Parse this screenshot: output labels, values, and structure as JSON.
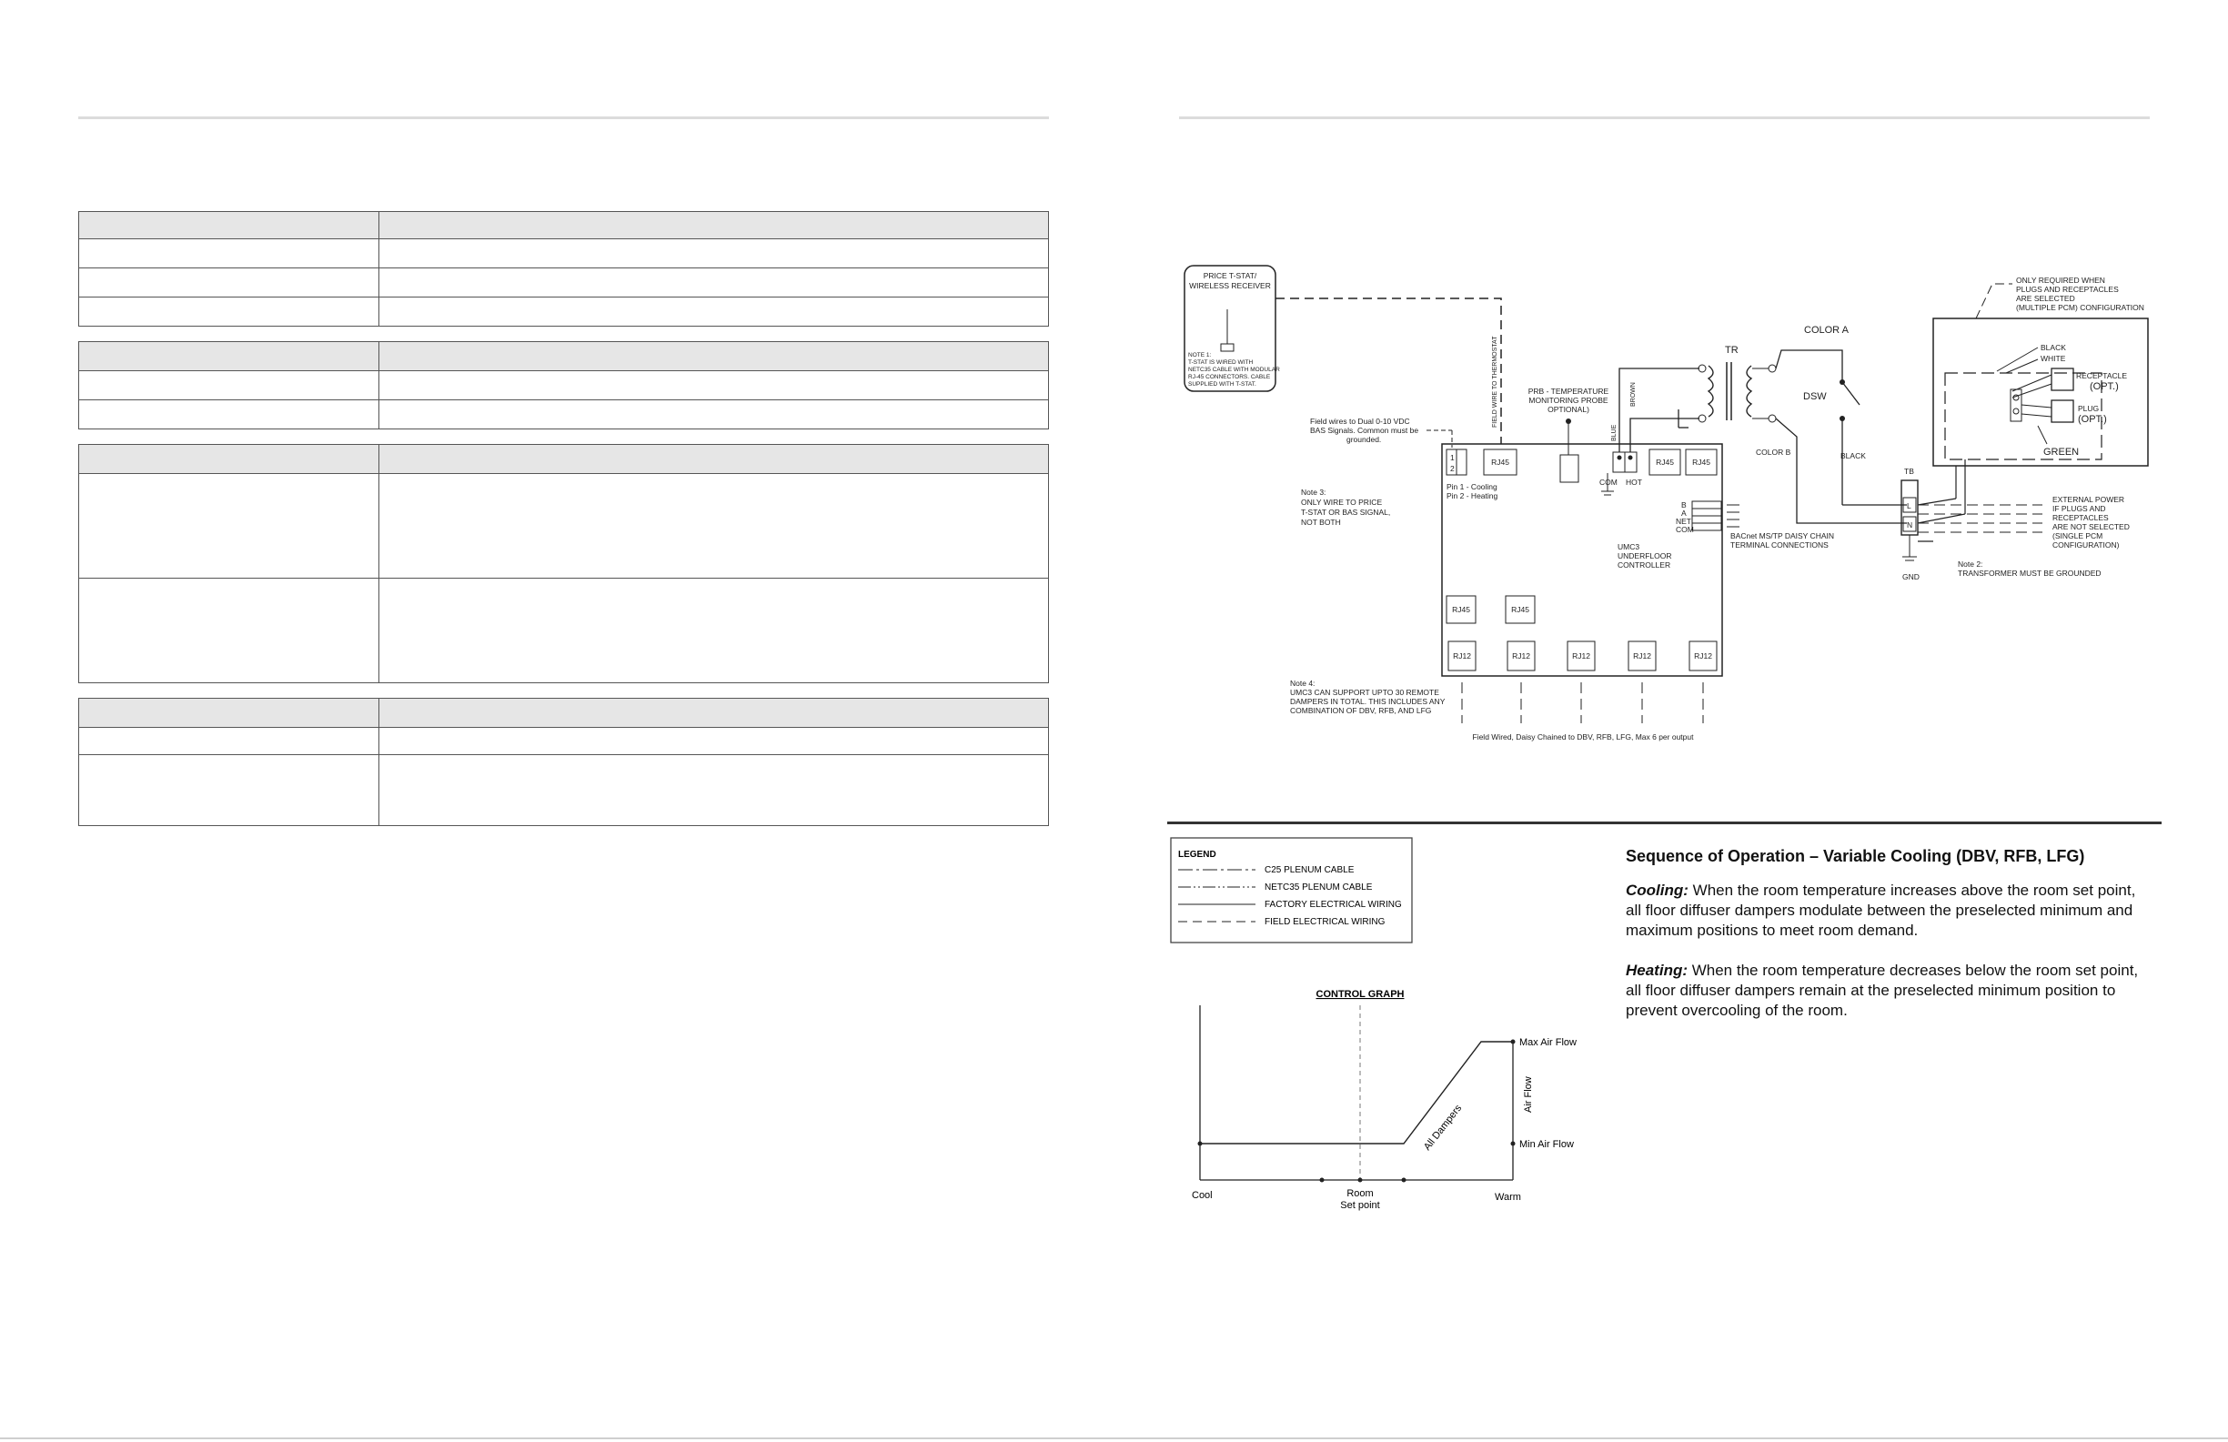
{
  "diagram": {
    "tstat_box": {
      "title_1": "PRICE T-STAT/",
      "title_2": "WIRELESS RECEIVER",
      "note_1": "NOTE 1:",
      "note_2": "T-STAT IS WIRED WITH",
      "note_3": "NETC35 CABLE WITH MODULAR",
      "note_4": "RJ-45 CONNECTORS. CABLE",
      "note_5": "SUPPLIED WITH T-STAT."
    },
    "field_wire_tstat": "FIELD WIRE TO THERMOSTAT",
    "field_wires_bas": [
      "Field wires to Dual 0-10 VDC",
      "BAS Signals. Common must be",
      "grounded."
    ],
    "prb": [
      "PRB - TEMPERATURE",
      "MONITORING PROBE",
      "OPTIONAL)"
    ],
    "blue": "BLUE",
    "brown": "BROWN",
    "tr": "TR",
    "color_a": "COLOR A",
    "color_b": "COLOR B",
    "dsw": "DSW",
    "black": "BLACK",
    "tb": "TB",
    "gnd": "GND",
    "rj45": "RJ45",
    "rj12": "RJ12",
    "com": "COM",
    "hot": "HOT",
    "pin_1": "1",
    "pin_2": "2",
    "pins": [
      "Pin 1 - Cooling",
      "Pin 2 - Heating"
    ],
    "note3": [
      "Note 3:",
      "ONLY WIRE TO PRICE",
      "T-STAT OR BAS SIGNAL,",
      "NOT BOTH"
    ],
    "controller": [
      "UMC3",
      "UNDERFLOOR",
      "CONTROLLER"
    ],
    "bacnet_terms": [
      "B",
      "A",
      "NET",
      "COM"
    ],
    "bacnet": [
      "BACnet MS/TP DAISY CHAIN",
      "TERMINAL CONNECTIONS"
    ],
    "note4": [
      "Note 4:",
      "UMC3 CAN SUPPORT UPTO 30 REMOTE",
      "DAMPERS IN TOTAL. THIS INCLUDES ANY",
      "COMBINATION OF DBV, RFB, AND LFG"
    ],
    "daisy": "Field Wired, Daisy Chained to DBV, RFB, LFG, Max 6 per output",
    "only_required": [
      "ONLY REQUIRED WHEN",
      "PLUGS AND RECEPTACLES",
      "ARE SELECTED",
      "(MULTIPLE PCM) CONFIGURATION"
    ],
    "white": "WHITE",
    "receptacle": "RECEPTACLE",
    "opt": "(OPT.)",
    "plug": "PLUG",
    "green": "GREEN",
    "term_l": "L",
    "term_n": "N",
    "external": [
      "EXTERNAL POWER",
      "IF PLUGS AND",
      "RECEPTACLES",
      "ARE NOT SELECTED",
      "(SINGLE PCM",
      "CONFIGURATION)"
    ],
    "note2": [
      "Note 2:",
      "TRANSFORMER MUST BE GROUNDED"
    ]
  },
  "legend": {
    "title": "LEGEND",
    "items": [
      "C25 PLENUM CABLE",
      "NETC35 PLENUM CABLE",
      "FACTORY ELECTRICAL WIRING",
      "FIELD ELECTRICAL WIRING"
    ]
  },
  "control_graph": {
    "title": "CONTROL GRAPH",
    "max": "Max Air Flow",
    "min": "Min Air Flow",
    "airflow": "Air Flow",
    "dampers": "All Dampers",
    "cool": "Cool",
    "warm": "Warm",
    "room": "Room",
    "setpoint": "Set point"
  },
  "sequence": {
    "title": "Sequence of Operation  – Variable Cooling (DBV, RFB, LFG)",
    "cooling_lead": "Cooling:",
    "cooling_text": " When the room temperature increases above the room set point, all floor diffuser dampers modulate between the preselected minimum and maximum positions to meet room demand.",
    "heating_lead": "Heating:",
    "heating_text": " When the room temperature decreases below the room set point, all floor diffuser dampers remain at the preselected minimum position to prevent overcooling of the room."
  }
}
